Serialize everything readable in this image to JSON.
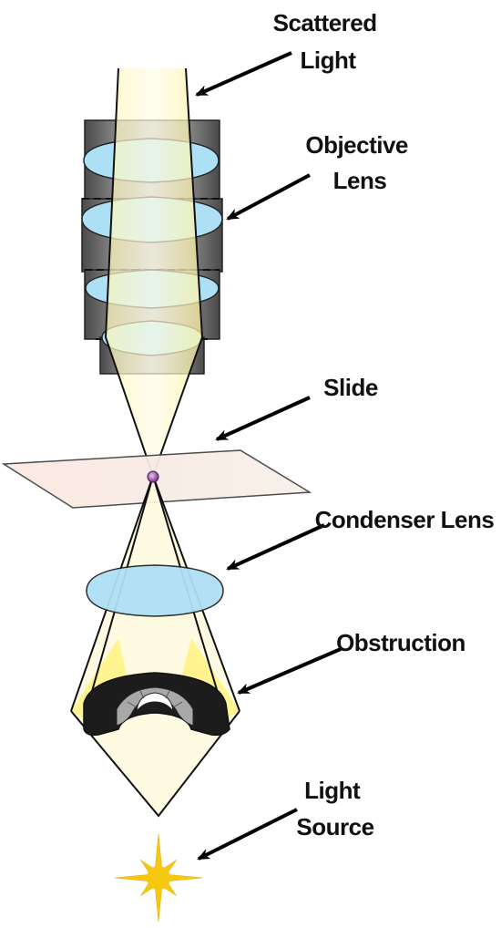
{
  "labels": {
    "scattered_light": [
      "Scattered",
      "Light"
    ],
    "objective_lens": [
      "Objective",
      "Lens"
    ],
    "slide": "Slide",
    "condenser_lens": "Condenser Lens",
    "obstruction": "Obstruction",
    "light_source": [
      "Light",
      "Source"
    ]
  },
  "colors": {
    "light_beam": "#fff8c0",
    "light_edge": "#f0e040",
    "lens_glass": "#aee0f5",
    "objective_body": "#707070",
    "slide_fill": "#fbeee8",
    "specimen": "#8a3fa0",
    "obstruction_dark": "#1c1c1c",
    "obstruction_gray": "#a8a8a8",
    "sun": "#f7c810",
    "arrow": "#000000"
  }
}
